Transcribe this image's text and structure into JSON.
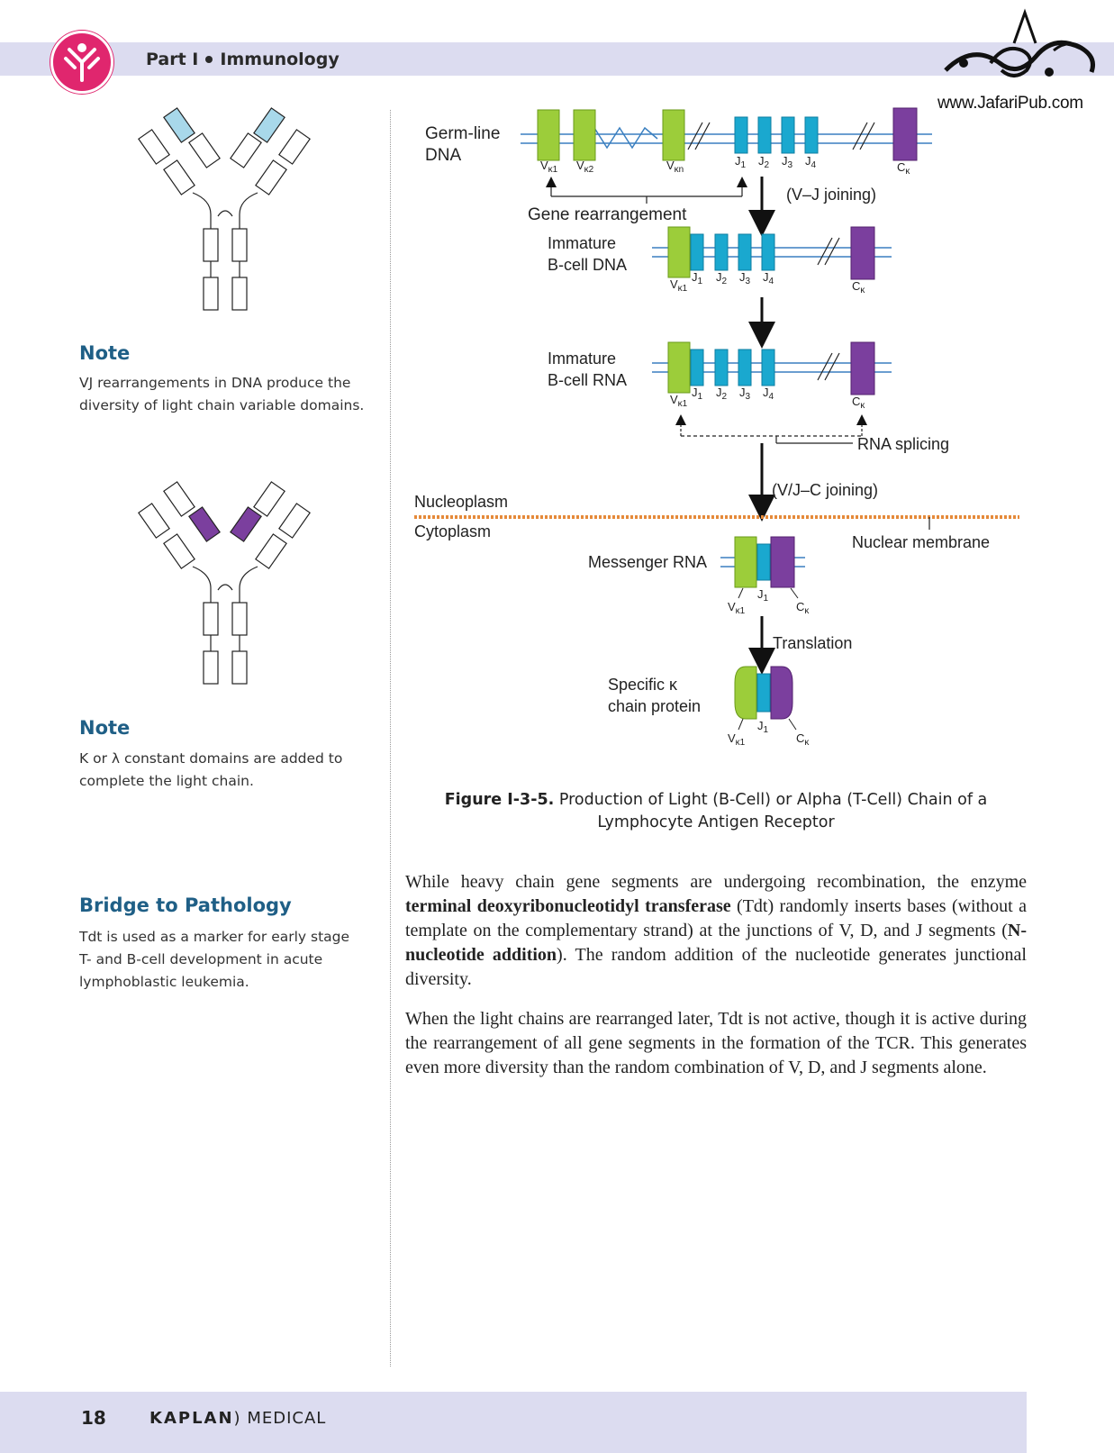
{
  "header": {
    "part": "Part I",
    "section": "Immunology"
  },
  "watermark": {
    "url": "www.JafariPub.com"
  },
  "sidebar": {
    "note1": {
      "title": "Note",
      "lines": [
        "VJ rearrangements in DNA produce the",
        "diversity of light chain variable domains."
      ]
    },
    "note2": {
      "title": "Note",
      "lines": [
        "K or λ constant domains are added to",
        "complete the light chain."
      ]
    },
    "bridge": {
      "title": "Bridge to Pathology",
      "lines": [
        "Tdt is used as a marker for early stage",
        "T- and B-cell development in acute",
        "lymphoblastic leukemia."
      ]
    }
  },
  "diagram": {
    "germline_label": [
      "Germ-line",
      "DNA"
    ],
    "gene_rearrangement": "Gene rearrangement",
    "vj_joining": "(V–J  joining)",
    "immature_dna": [
      "Immature",
      "B-cell DNA"
    ],
    "immature_rna": [
      "Immature",
      "B-cell RNA"
    ],
    "rna_splicing": "RNA splicing",
    "vjc_joining": "(V/J–C joining)",
    "nucleoplasm": "Nucleoplasm",
    "cytoplasm": "Cytoplasm",
    "nuclear_membrane": "Nuclear membrane",
    "messenger_rna": "Messenger RNA",
    "translation": "Translation",
    "specific_chain": [
      "Specific κ",
      "chain protein"
    ],
    "seg_v": "V",
    "seg_j": "J",
    "seg_c": "C",
    "sub_k1": "κ1",
    "sub_k2": "κ2",
    "sub_kn": "κn",
    "sub_k": "κ",
    "j_subs": [
      "1",
      "2",
      "3",
      "4"
    ],
    "colors": {
      "v_segment": "#9ccd3a",
      "j_segment": "#1aa8cf",
      "c_segment": "#7b3f9e",
      "dna_line": "#3a7fc0",
      "membrane": "#e58a3a"
    }
  },
  "figure": {
    "label": "Figure I-3-5.",
    "caption_line1": "Production of Light (B-Cell) or Alpha (T-Cell) Chain of a",
    "caption_line2": "Lymphocyte Antigen Receptor"
  },
  "body": {
    "p1_a": "While heavy chain gene segments are undergoing recombination, the enzyme ",
    "p1_b": "terminal deoxyribonucleotidyl transferase",
    "p1_c": " (Tdt) randomly inserts bases (without a template on the complementary strand) at the junctions of V, D, and J segments (",
    "p1_d": "N-nucleotide addition",
    "p1_e": "). The random addition of the nucleotide generates junctional diversity.",
    "p2": "When the light chains are rearranged later, Tdt is not active, though it is active during the rearrangement of all gene segments in the formation of the TCR. This generates even more diversity than the random combination of V, D, and J segments alone."
  },
  "footer": {
    "page_number": "18",
    "publisher_bold": "KAPLAN",
    "publisher_rest": "MEDICAL"
  }
}
